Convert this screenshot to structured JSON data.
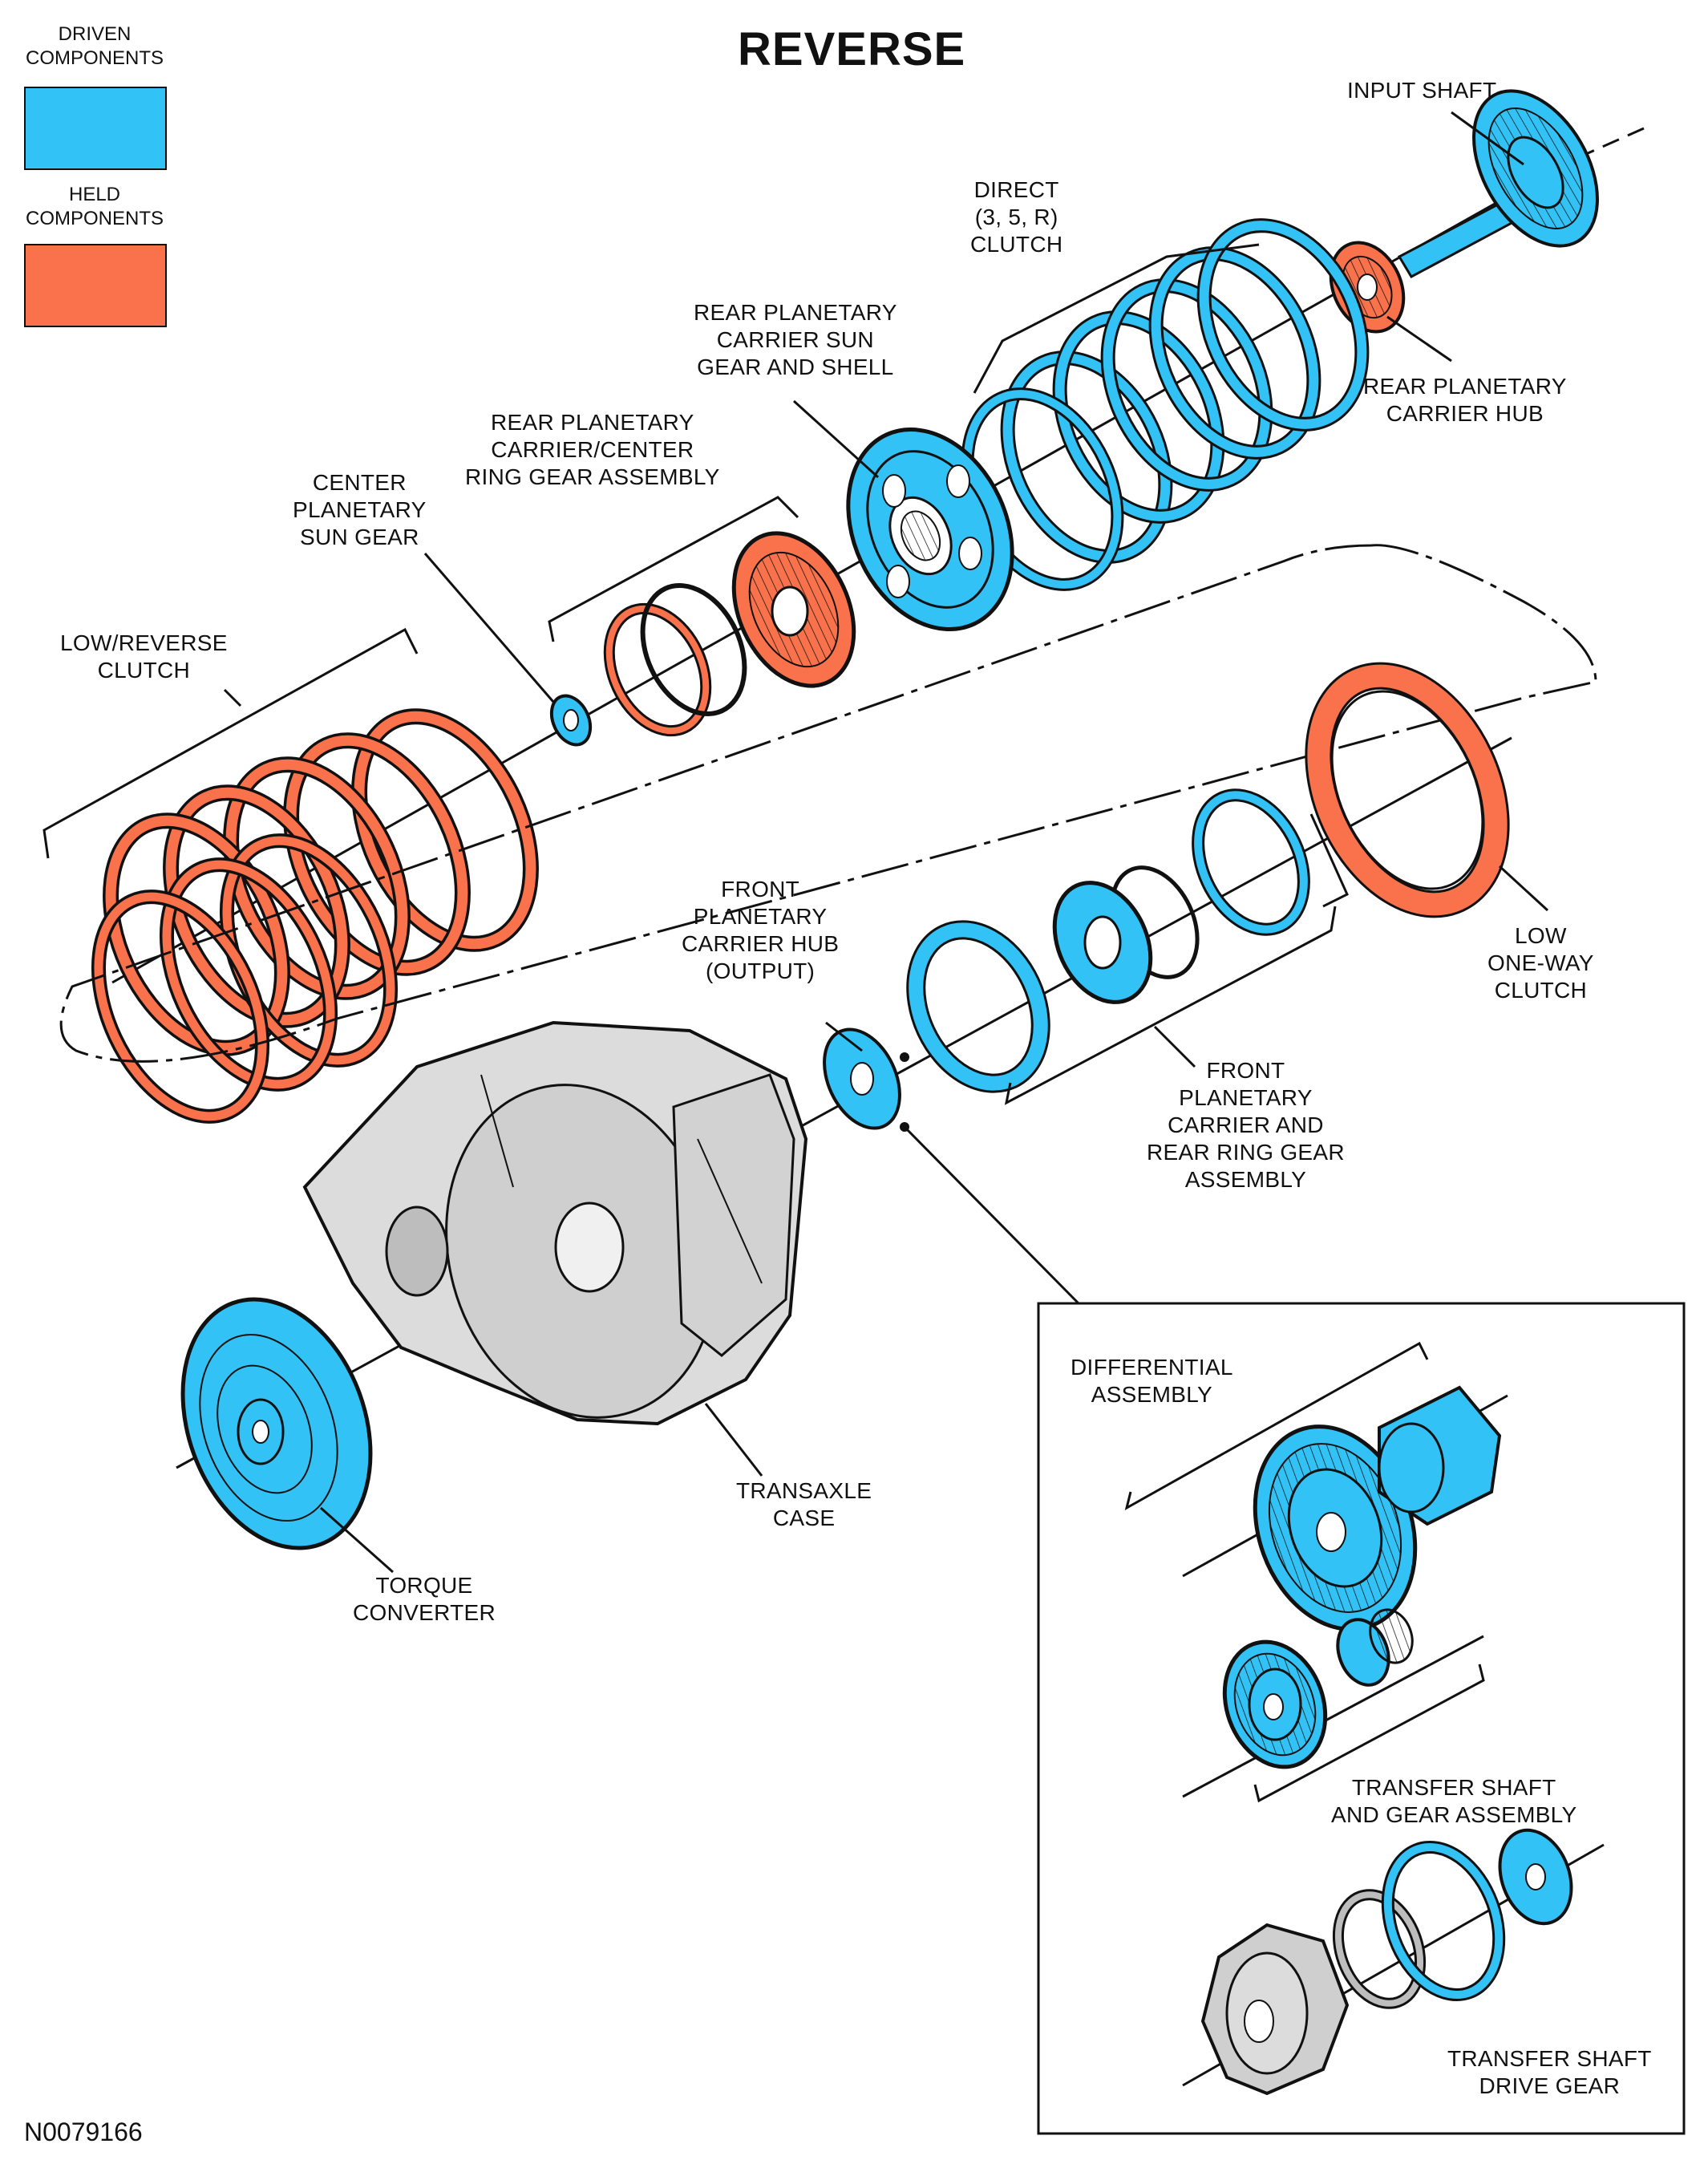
{
  "title": "REVERSE",
  "legend": {
    "driven": {
      "line1": "DRIVEN",
      "line2": "COMPONENTS",
      "color": "#33C2F5"
    },
    "held": {
      "line1": "HELD",
      "line2": "COMPONENTS",
      "color": "#F9724C"
    }
  },
  "labels": {
    "input_shaft": [
      "INPUT SHAFT"
    ],
    "direct_clutch": [
      "DIRECT",
      "(3, 5, R)",
      "CLUTCH"
    ],
    "rear_planetary_carrier_hub": [
      "REAR PLANETARY",
      "CARRIER HUB"
    ],
    "rear_planetary_sun_shell": [
      "REAR PLANETARY",
      "CARRIER SUN",
      "GEAR AND SHELL"
    ],
    "rear_planetary_ring_assembly": [
      "REAR PLANETARY",
      "CARRIER/CENTER",
      "RING GEAR ASSEMBLY"
    ],
    "center_sun_gear": [
      "CENTER",
      "PLANETARY",
      "SUN GEAR"
    ],
    "low_reverse_clutch": [
      "LOW/REVERSE",
      "CLUTCH"
    ],
    "low_one_way_clutch": [
      "LOW",
      "ONE-WAY",
      "CLUTCH"
    ],
    "front_carrier_hub": [
      "FRONT",
      "PLANETARY",
      "CARRIER HUB",
      "(OUTPUT)"
    ],
    "front_carrier_ring": [
      "FRONT",
      "PLANETARY",
      "CARRIER AND",
      "REAR RING GEAR",
      "ASSEMBLY"
    ],
    "transaxle_case": [
      "TRANSAXLE",
      "CASE"
    ],
    "torque_converter": [
      "TORQUE",
      "CONVERTER"
    ],
    "differential": [
      "DIFFERENTIAL",
      "ASSEMBLY"
    ],
    "transfer_shaft": [
      "TRANSFER SHAFT",
      "AND GEAR ASSEMBLY"
    ],
    "transfer_drive_gear": [
      "TRANSFER SHAFT",
      "DRIVE GEAR"
    ]
  },
  "figure_code": "N0079166"
}
